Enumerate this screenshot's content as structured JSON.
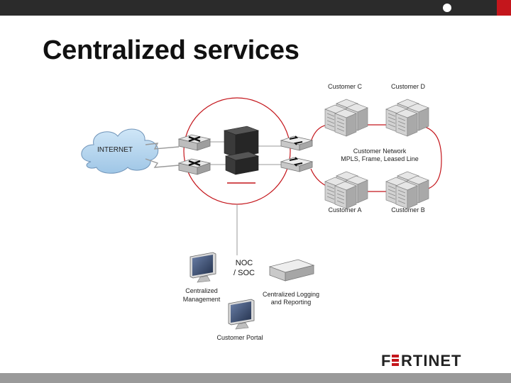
{
  "slide": {
    "title": "Centralized services"
  },
  "diagram": {
    "internet": "INTERNET",
    "customer_c": "Customer C",
    "customer_d": "Customer D",
    "customer_a": "Customer A",
    "customer_b": "Customer B",
    "customer_network_line1": "Customer Network",
    "customer_network_line2": "MPLS, Frame, Leased Line",
    "noc_line1": "NOC",
    "noc_line2": "/ SOC",
    "centralized_management_line1": "Centralized",
    "centralized_management_line2": "Management",
    "logging_line1": "Centralized Logging",
    "logging_line2": "and Reporting",
    "customer_portal": "Customer Portal"
  },
  "colors": {
    "accent_red": "#c4161c",
    "dark": "#2b2b2b",
    "gray_bar": "#9a9a9a"
  },
  "icons": {
    "router": "router-icon",
    "server_cluster": "server-cluster-icon",
    "monitor": "monitor-icon",
    "appliance": "logging-appliance-icon",
    "cloud": "cloud-icon",
    "logo": "fortinet-logo"
  }
}
